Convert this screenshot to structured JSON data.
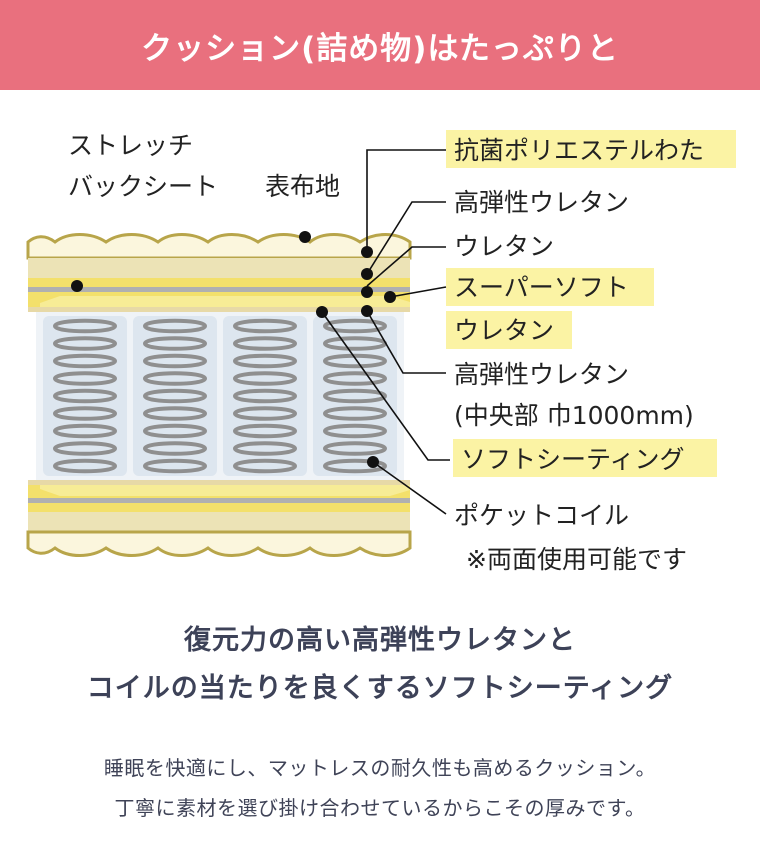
{
  "header": {
    "title": "クッション(詰め物)はたっぷりと"
  },
  "diagram": {
    "labels": {
      "stretch_1": "ストレッチ",
      "stretch_2": "バックシート",
      "surface": "表布地",
      "antibac": "抗菌ポリエステルわた",
      "hr_urethane": "高弾性ウレタン",
      "urethane": "ウレタン",
      "super_soft": "スーパーソフト",
      "super_soft_2": "ウレタン",
      "hr_center": "高弾性ウレタン",
      "hr_center_note": "(中央部 巾1000mm)",
      "soft_seating": "ソフトシーティング",
      "pocket_coil": "ポケットコイル",
      "reversible": "※両面使用可能です"
    },
    "colors": {
      "highlight": "#fbf3a4",
      "quilt": "#fbf6dd",
      "outline": "#b8a54a",
      "cream": "#ece3b6",
      "yellow": "#f3e06b",
      "gray_band": "#b0b0b0",
      "coil_sleeve": "#dde6ef",
      "coil": "#8f8f8f"
    }
  },
  "headline": {
    "line1": "復元力の高い高弾性ウレタンと",
    "line2": "コイルの当たりを良くするソフトシーティング"
  },
  "body": {
    "line1": "睡眠を快適にし、マットレスの耐久性も高めるクッション。",
    "line2": "丁寧に素材を選び掛け合わせているからこその厚みです。"
  }
}
